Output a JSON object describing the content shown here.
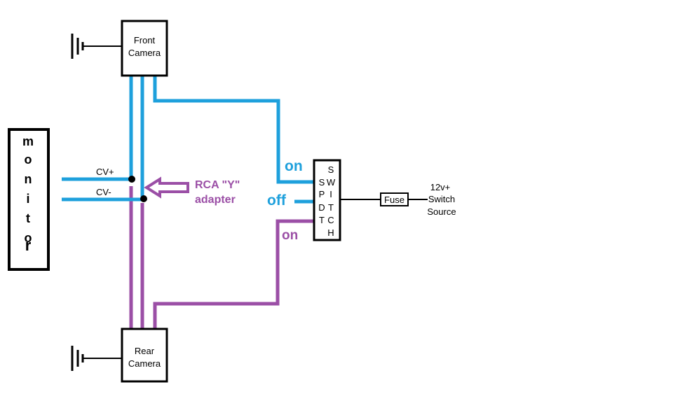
{
  "colors": {
    "blue_wire": "#1ea0dc",
    "purple_wire": "#9b4fa6",
    "line": "#000000"
  },
  "front_camera": {
    "line1": "Front",
    "line2": "Camera"
  },
  "rear_camera": {
    "line1": "Rear",
    "line2": "Camera"
  },
  "monitor": {
    "letters": [
      "m",
      "o",
      "n",
      "i",
      "t",
      "o",
      "r"
    ]
  },
  "signals": {
    "cv_plus": "CV+",
    "cv_minus": "CV-"
  },
  "adapter": {
    "line1": "RCA \"Y\"",
    "line2": "adapter"
  },
  "switch": {
    "left_column": [
      "S",
      "P",
      "D",
      "T"
    ],
    "right_column": [
      "S",
      "W",
      "I",
      "T",
      "C",
      "H"
    ],
    "label_on_top": "on",
    "label_off": "off",
    "label_on_bottom": "on"
  },
  "fuse": {
    "label": "Fuse"
  },
  "power_source": {
    "line1": "12v+",
    "line2": "Switch",
    "line3": "Source"
  },
  "icons": {
    "front_ground": "ground-icon",
    "rear_ground": "ground-icon",
    "adapter_arrow": "arrow-left-icon"
  }
}
